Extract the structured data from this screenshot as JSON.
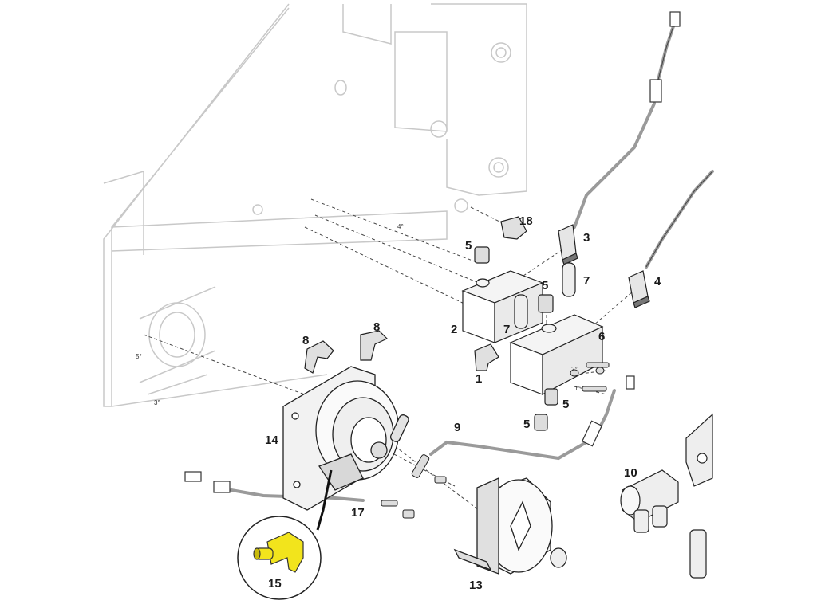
{
  "diagram": {
    "callouts": [
      {
        "id": "c18",
        "label": "18"
      },
      {
        "id": "c3",
        "label": "3"
      },
      {
        "id": "c4",
        "label": "4"
      },
      {
        "id": "c5a",
        "label": "5"
      },
      {
        "id": "c5b",
        "label": "5"
      },
      {
        "id": "c7a",
        "label": "7"
      },
      {
        "id": "c2",
        "label": "2"
      },
      {
        "id": "c7b",
        "label": "7"
      },
      {
        "id": "c6",
        "label": "6"
      },
      {
        "id": "c1",
        "label": "1"
      },
      {
        "id": "c8a",
        "label": "8"
      },
      {
        "id": "c8b",
        "label": "8"
      },
      {
        "id": "c5c",
        "label": "5"
      },
      {
        "id": "c5d",
        "label": "5"
      },
      {
        "id": "c9",
        "label": "9"
      },
      {
        "id": "c14",
        "label": "14"
      },
      {
        "id": "c10",
        "label": "10"
      },
      {
        "id": "c17",
        "label": "17"
      },
      {
        "id": "c15",
        "label": "15"
      },
      {
        "id": "c13",
        "label": "13"
      }
    ],
    "small_labels": [
      {
        "id": "s4",
        "label": "4°"
      },
      {
        "id": "s5",
        "label": "5°"
      },
      {
        "id": "s3",
        "label": "3°"
      },
      {
        "id": "s2",
        "label": "2°"
      },
      {
        "id": "s1",
        "label": "1°"
      }
    ],
    "highlight_color": "#f2e41c",
    "line_color": "#555555",
    "ghost_line_color": "#c8c8c8"
  }
}
